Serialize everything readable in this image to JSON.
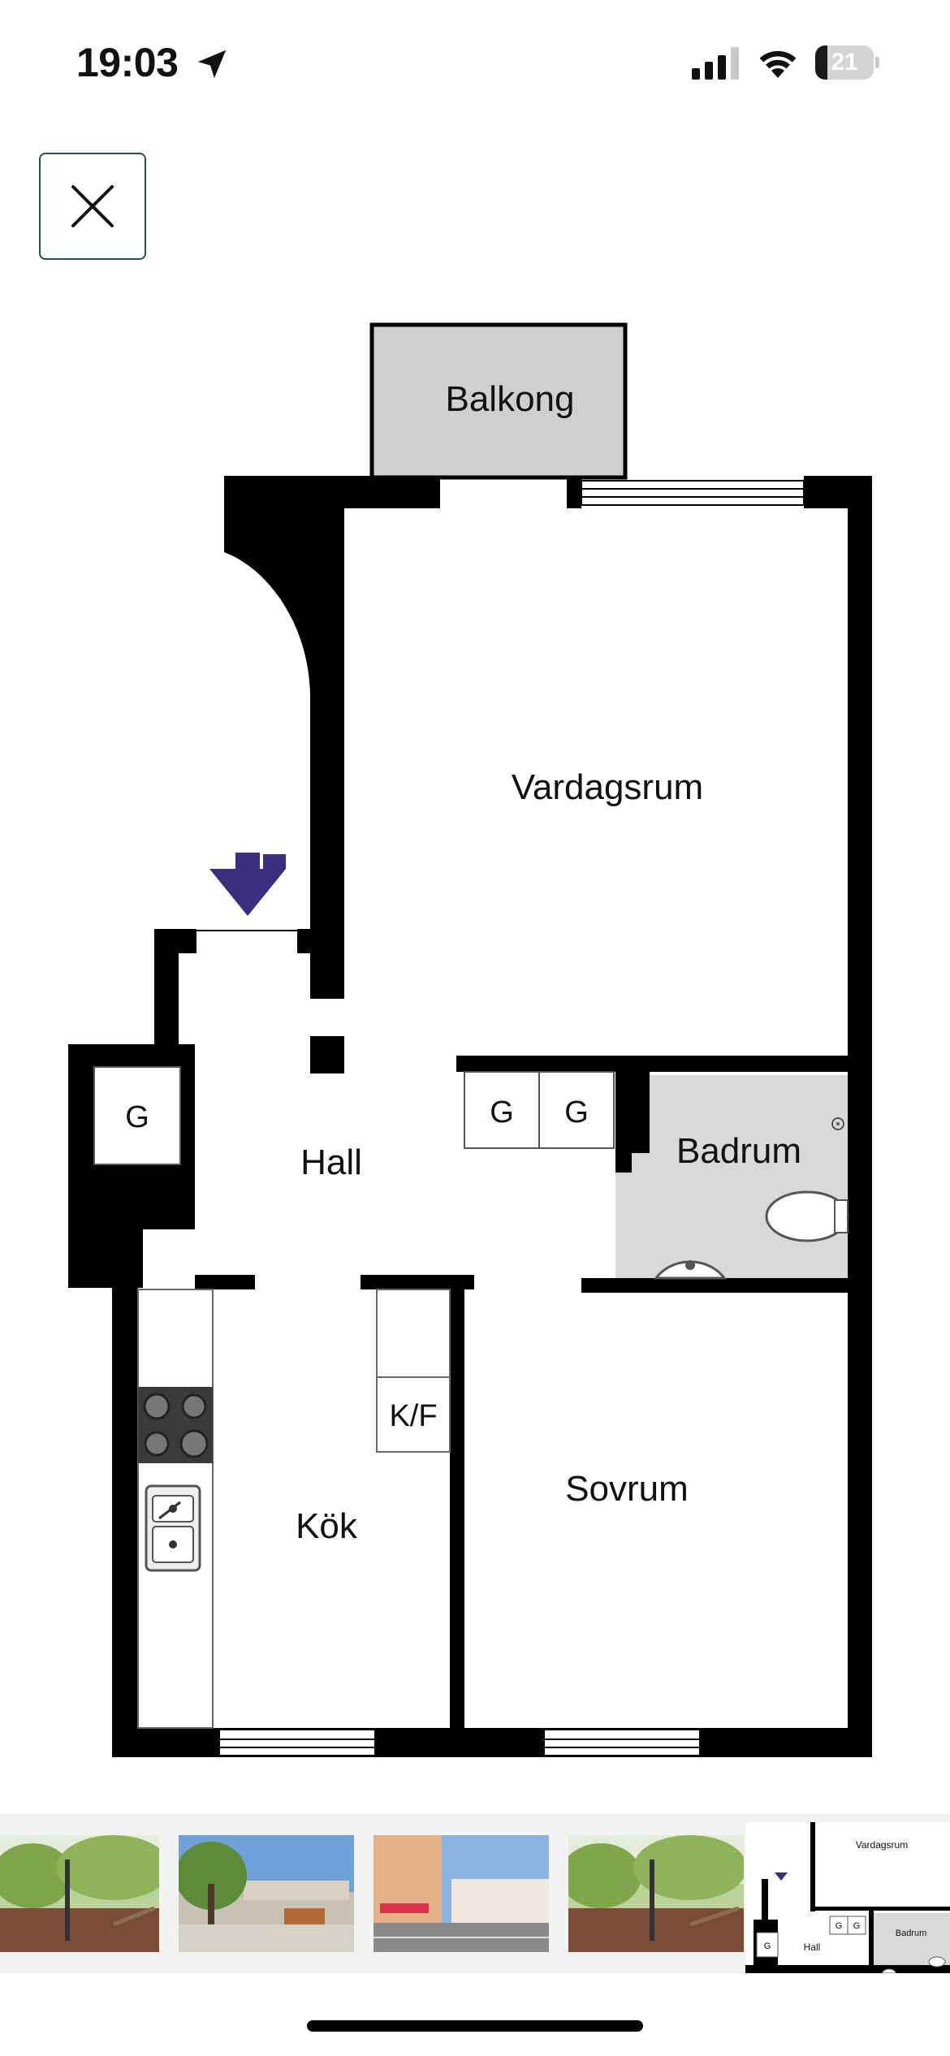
{
  "status_bar": {
    "time": "19:03",
    "battery_level": "21",
    "battery_fraction": 0.21,
    "icons": [
      "location-arrow-icon",
      "cellular-signal-icon",
      "wifi-icon",
      "battery-icon"
    ]
  },
  "close_button": {
    "icon": "close-icon",
    "border_color": "#1e5a36"
  },
  "floorplan": {
    "rooms": {
      "balkong": "Balkong",
      "vardagsrum": "Vardagsrum",
      "hall": "Hall",
      "badrum": "Badrum",
      "kok": "Kök",
      "sovrum": "Sovrum"
    },
    "closets": {
      "g1": "G",
      "g2": "G",
      "g3": "G"
    },
    "fridge": "K/F",
    "entrance_arrow_color": "#3b2f7d",
    "wall_color": "#000000",
    "bathroom_color": "#d9d9d9",
    "balcony_color": "#cfcfcf"
  },
  "thumbnails": {
    "items": [
      "park-photo",
      "courtyard-photo",
      "street-photo",
      "park-photo",
      "floorplan"
    ],
    "selected_index": 4,
    "mini_labels": {
      "vardagsrum": "Vardagsrum",
      "hall": "Hall",
      "badrum": "Badrum",
      "g1": "G",
      "g2": "G",
      "g3": "G"
    }
  }
}
